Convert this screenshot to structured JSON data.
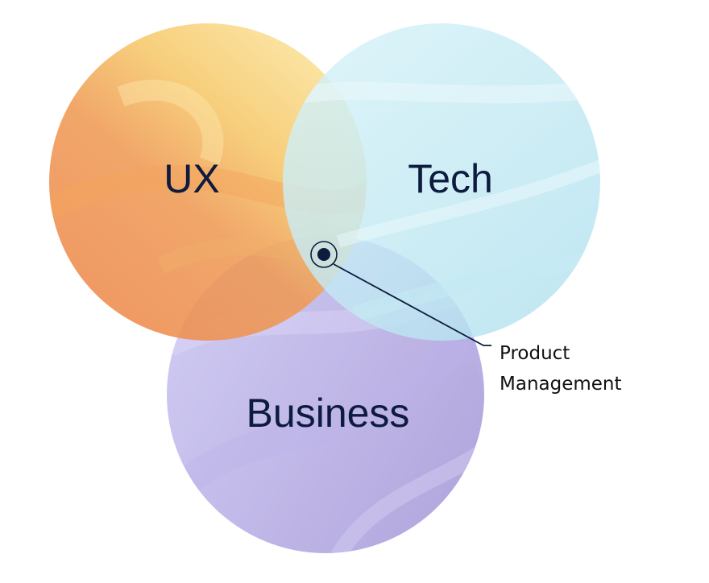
{
  "venn": {
    "sets": [
      {
        "id": "ux",
        "label": "UX",
        "color_light": "#f9d776",
        "color_dark": "#ee8a4e"
      },
      {
        "id": "tech",
        "label": "Tech",
        "color_light": "#d3f1f8",
        "color_dark": "#b8e4f0"
      },
      {
        "id": "business",
        "label": "Business",
        "color_light": "#c8c2ee",
        "color_dark": "#a79ad9"
      }
    ],
    "intersection": {
      "label_line1": "Product",
      "label_line2": "Management",
      "marker_color": "#0d1b3e"
    }
  }
}
